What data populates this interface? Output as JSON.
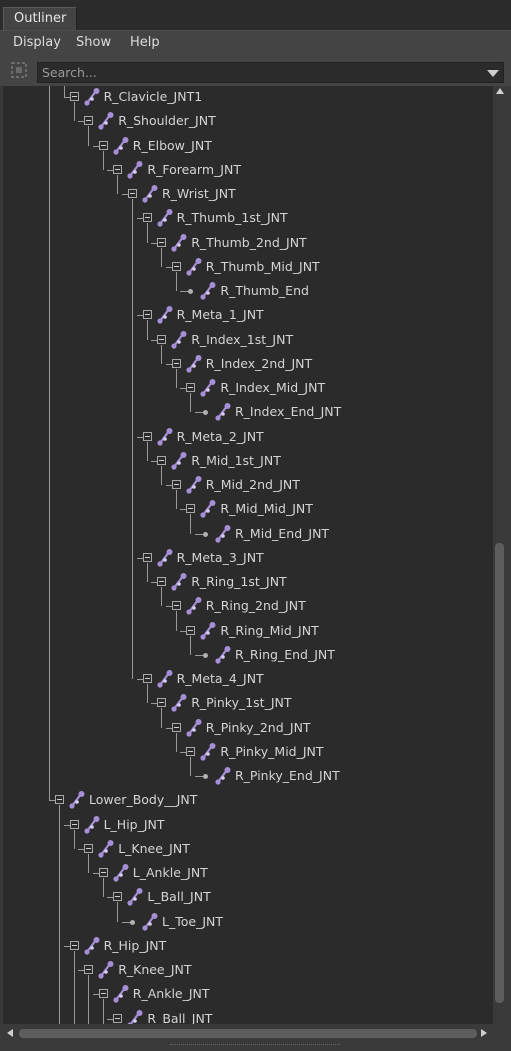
{
  "panel": {
    "tab_label": "Outliner"
  },
  "menubar": {
    "items": [
      "Display",
      "Show",
      "Help"
    ]
  },
  "search": {
    "placeholder": "Search..."
  },
  "tree": {
    "nodes": [
      {
        "label": "R_Clavicle_JNT1",
        "depth": 1,
        "expanded": true
      },
      {
        "label": "R_Shoulder_JNT",
        "depth": 2,
        "expanded": true
      },
      {
        "label": "R_Elbow_JNT",
        "depth": 3,
        "expanded": true
      },
      {
        "label": "R_Forearm_JNT",
        "depth": 4,
        "expanded": true
      },
      {
        "label": "R_Wrist_JNT",
        "depth": 5,
        "expanded": true
      },
      {
        "label": "R_Thumb_1st_JNT",
        "depth": 6,
        "expanded": true
      },
      {
        "label": "R_Thumb_2nd_JNT",
        "depth": 7,
        "expanded": true
      },
      {
        "label": "R_Thumb_Mid_JNT",
        "depth": 8,
        "expanded": true
      },
      {
        "label": "R_Thumb_End",
        "depth": 9,
        "expanded": false
      },
      {
        "label": "R_Meta_1_JNT",
        "depth": 6,
        "expanded": true
      },
      {
        "label": "R_Index_1st_JNT",
        "depth": 7,
        "expanded": true
      },
      {
        "label": "R_Index_2nd_JNT",
        "depth": 8,
        "expanded": true
      },
      {
        "label": "R_Index_Mid_JNT",
        "depth": 9,
        "expanded": true
      },
      {
        "label": "R_Index_End_JNT",
        "depth": 10,
        "expanded": false
      },
      {
        "label": "R_Meta_2_JNT",
        "depth": 6,
        "expanded": true
      },
      {
        "label": "R_Mid_1st_JNT",
        "depth": 7,
        "expanded": true
      },
      {
        "label": "R_Mid_2nd_JNT",
        "depth": 8,
        "expanded": true
      },
      {
        "label": "R_Mid_Mid_JNT",
        "depth": 9,
        "expanded": true
      },
      {
        "label": "R_Mid_End_JNT",
        "depth": 10,
        "expanded": false
      },
      {
        "label": "R_Meta_3_JNT",
        "depth": 6,
        "expanded": true
      },
      {
        "label": "R_Ring_1st_JNT",
        "depth": 7,
        "expanded": true
      },
      {
        "label": "R_Ring_2nd_JNT",
        "depth": 8,
        "expanded": true
      },
      {
        "label": "R_Ring_Mid_JNT",
        "depth": 9,
        "expanded": true
      },
      {
        "label": "R_Ring_End_JNT",
        "depth": 10,
        "expanded": false
      },
      {
        "label": "R_Meta_4_JNT",
        "depth": 6,
        "expanded": true
      },
      {
        "label": "R_Pinky_1st_JNT",
        "depth": 7,
        "expanded": true
      },
      {
        "label": "R_Pinky_2nd_JNT",
        "depth": 8,
        "expanded": true
      },
      {
        "label": "R_Pinky_Mid_JNT",
        "depth": 9,
        "expanded": true
      },
      {
        "label": "R_Pinky_End_JNT",
        "depth": 10,
        "expanded": false
      },
      {
        "label": "Lower_Body__JNT",
        "depth": 0,
        "expanded": true
      },
      {
        "label": "L_Hip_JNT",
        "depth": 1,
        "expanded": true
      },
      {
        "label": "L_Knee_JNT",
        "depth": 2,
        "expanded": true
      },
      {
        "label": "L_Ankle_JNT",
        "depth": 3,
        "expanded": true
      },
      {
        "label": "L_Ball_JNT",
        "depth": 4,
        "expanded": true
      },
      {
        "label": "L_Toe_JNT",
        "depth": 5,
        "expanded": false
      },
      {
        "label": "R_Hip_JNT",
        "depth": 1,
        "expanded": true
      },
      {
        "label": "R_Knee_JNT",
        "depth": 2,
        "expanded": true
      },
      {
        "label": "R_Ankle_JNT",
        "depth": 3,
        "expanded": true
      },
      {
        "label": "R_Ball_JNT",
        "depth": 4,
        "expanded": true
      }
    ]
  },
  "colors": {
    "background": "#2b2b2b",
    "panel": "#444444",
    "text": "#d4d4d4",
    "joint_icon": "#a58fd6"
  },
  "icons": {
    "joint": "joint-icon",
    "filter": "filter-icon"
  }
}
